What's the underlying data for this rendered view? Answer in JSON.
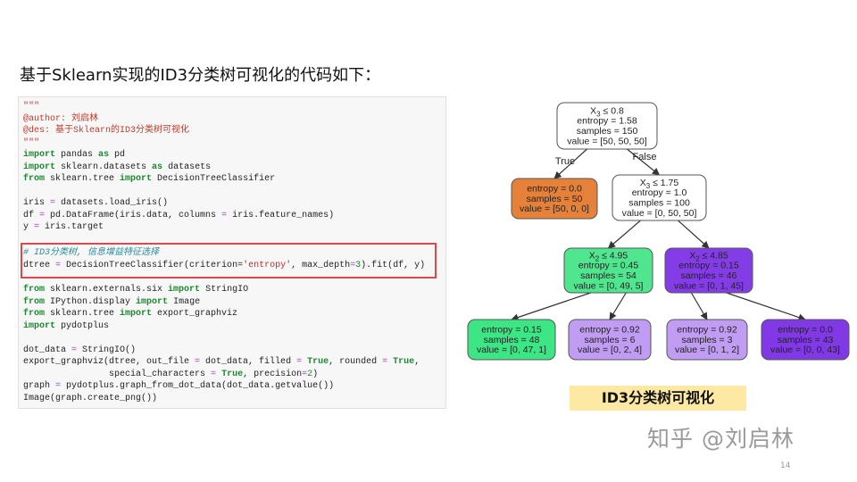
{
  "slide": {
    "title": "基于Sklearn实现的ID3分类树可视化的代码如下：",
    "caption": "ID3分类树可视化",
    "watermark": "知乎 @刘启林",
    "page_number": "14"
  },
  "code": {
    "block1": [
      "\"\"\"",
      "@author: 刘启林",
      "@des: 基于Sklearn的ID3分类树可视化",
      "\"\"\"",
      "import pandas as pd",
      "import sklearn.datasets as datasets",
      "from sklearn.tree import DecisionTreeClassifier",
      "",
      "iris = datasets.load_iris()",
      "df = pd.DataFrame(iris.data, columns = iris.feature_names)",
      "y = iris.target"
    ],
    "highlighted": [
      "# ID3分类树, 信息增益特征选择",
      "dtree = DecisionTreeClassifier(criterion='entropy', max_depth=3).fit(df, y)"
    ],
    "block2": [
      "from sklearn.externals.six import StringIO",
      "from IPython.display import Image",
      "from sklearn.tree import export_graphviz",
      "import pydotplus",
      "",
      "dot_data = StringIO()",
      "export_graphviz(dtree, out_file = dot_data, filled = True, rounded = True,",
      "                special_characters = True, precision=2)",
      "graph = pydotplus.graph_from_dot_data(dot_data.getvalue())",
      "Image(graph.create_png())"
    ],
    "highlight_color": "#e0474c"
  },
  "tree": {
    "edge_labels": {
      "true": "True",
      "false": "False"
    },
    "nodes": [
      {
        "id": "root",
        "split": "X",
        "sub": "3",
        "thr": "≤ 0.8",
        "lines": [
          "entropy = 1.58",
          "samples = 150",
          "value = [50, 50, 50]"
        ],
        "fill": "#ffffff"
      },
      {
        "id": "n1",
        "lines": [
          "entropy = 0.0",
          "samples = 50",
          "value = [50, 0, 0]"
        ],
        "fill": "#e58139"
      },
      {
        "id": "n2",
        "split": "X",
        "sub": "3",
        "thr": "≤ 1.75",
        "lines": [
          "entropy = 1.0",
          "samples = 100",
          "value = [0, 50, 50]"
        ],
        "fill": "#ffffff"
      },
      {
        "id": "n3",
        "split": "X",
        "sub": "2",
        "thr": "≤ 4.95",
        "lines": [
          "entropy = 0.45",
          "samples = 54",
          "value = [0, 49, 5]"
        ],
        "fill": "#4fe68f"
      },
      {
        "id": "n4",
        "split": "X",
        "sub": "2",
        "thr": "≤ 4.85",
        "lines": [
          "entropy = 0.15",
          "samples = 46",
          "value = [0, 1, 45]"
        ],
        "fill": "#843de6"
      },
      {
        "id": "n5",
        "lines": [
          "entropy = 0.15",
          "samples = 48",
          "value = [0, 47, 1]"
        ],
        "fill": "#3de684"
      },
      {
        "id": "n6",
        "lines": [
          "entropy = 0.92",
          "samples = 6",
          "value = [0, 2, 4]"
        ],
        "fill": "#c09cf2"
      },
      {
        "id": "n7",
        "lines": [
          "entropy = 0.92",
          "samples = 3",
          "value = [0, 1, 2]"
        ],
        "fill": "#c09cf2"
      },
      {
        "id": "n8",
        "lines": [
          "entropy = 0.0",
          "samples = 43",
          "value = [0, 0, 43]"
        ],
        "fill": "#8139e5"
      }
    ],
    "edges": [
      [
        "root",
        "n1"
      ],
      [
        "root",
        "n2"
      ],
      [
        "n2",
        "n3"
      ],
      [
        "n2",
        "n4"
      ],
      [
        "n3",
        "n5"
      ],
      [
        "n3",
        "n6"
      ],
      [
        "n4",
        "n7"
      ],
      [
        "n4",
        "n8"
      ]
    ]
  }
}
